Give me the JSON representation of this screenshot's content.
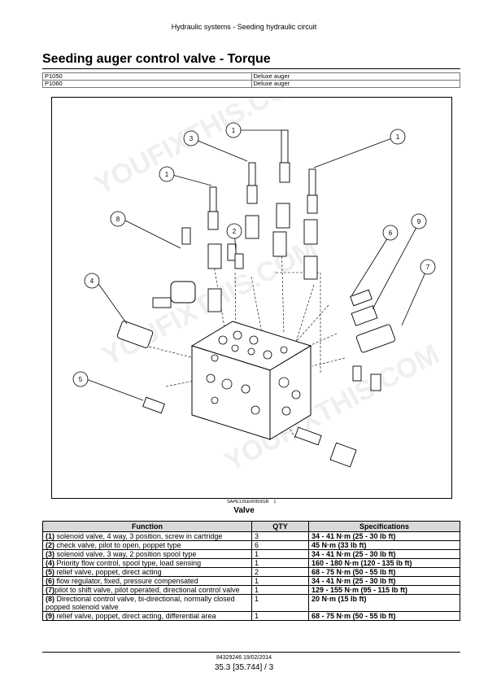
{
  "header": {
    "title": "Hydraulic systems - Seeding hydraulic circuit"
  },
  "page_title": "Seeding auger control valve - Torque",
  "models": [
    {
      "model": "P1050",
      "option": "Deluxe auger"
    },
    {
      "model": "P1060",
      "option": "Deluxe auger"
    }
  ],
  "figure": {
    "ref_code": "SAPE13SE00959GB",
    "ref_number": "1",
    "caption": "Valve",
    "callouts": [
      "1",
      "1",
      "1",
      "2",
      "3",
      "4",
      "5",
      "6",
      "7",
      "8",
      "9"
    ],
    "watermark": "YOUFIXTHIS.COM"
  },
  "spec_table": {
    "headers": {
      "function": "Function",
      "qty": "QTY",
      "specs": "Specifications"
    },
    "rows": [
      {
        "num": "(1)",
        "text": " solenoid valve, 4 way, 3 position, screw in cartridge",
        "qty": "3",
        "spec": "34 - 41 N·m (25 - 30 lb ft)"
      },
      {
        "num": "(2)",
        "text": " check valve, pilot to open, poppet type",
        "qty": "6",
        "spec": "45 N·m (33 lb ft)"
      },
      {
        "num": "(3)",
        "text": " solenoid valve, 3 way, 2 position spool type",
        "qty": "1",
        "spec": "34 - 41 N·m (25 - 30 lb ft)"
      },
      {
        "num": "(4)",
        "text": " Priority flow control, spool type, load sensing",
        "qty": "1",
        "spec": "160 - 180 N·m (120 - 135 lb ft)"
      },
      {
        "num": "(5)",
        "text": " relief valve, poppet, direct acting",
        "qty": "2",
        "spec": "68 - 75 N·m (50 - 55 lb ft)"
      },
      {
        "num": "(6)",
        "text": " flow regulator, fixed, pressure compensated",
        "qty": "1",
        "spec": "34 - 41 N·m (25 - 30 lb ft)"
      },
      {
        "num": "(7)",
        "text": "pilot to shift valve, pilot operated, directional control valve",
        "qty": "1",
        "spec": "129 - 155 N·m (95 - 115 lb ft)"
      },
      {
        "num": "(8)",
        "text": " Directional control valve, bi-directional, normally closed popped solenoid valve",
        "qty": "1",
        "spec": "20 N·m (15 lb ft)"
      },
      {
        "num": "(9)",
        "text": " relief valve, poppet, direct acting, differential area",
        "qty": "1",
        "spec": "68 - 75 N·m (50 - 55 lb ft)"
      }
    ]
  },
  "footer": {
    "doc_code": "84329246 19/02/2014",
    "page": "35.3 [35.744] / 3"
  }
}
